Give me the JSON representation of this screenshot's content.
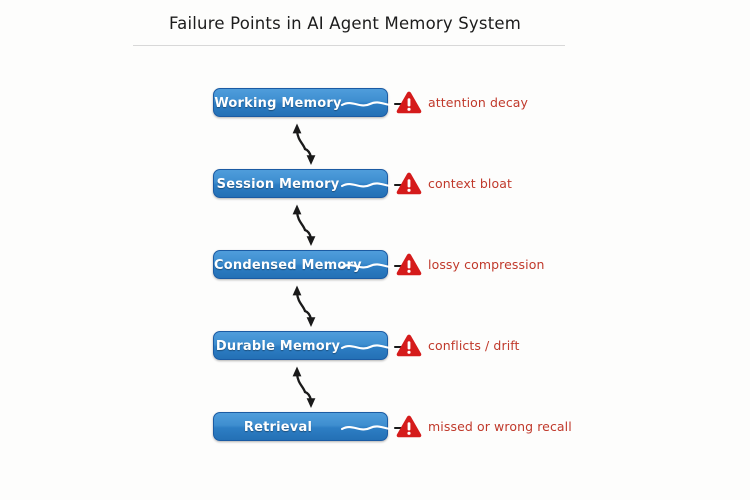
{
  "page": {
    "title": "Failure Points in AI Agent Memory System",
    "background_color": "#fdfdfc",
    "accent_color": "#2d7ec4",
    "warning_color": "#c0392b"
  },
  "diagram": {
    "type": "vertical-flow",
    "connector_style": "bidirectional-wavy-arrow",
    "nodes": [
      {
        "label": "Working Memory",
        "failure": "attention decay",
        "icon": "warning-triangle-icon"
      },
      {
        "label": "Session Memory",
        "failure": "context bloat",
        "icon": "warning-triangle-icon"
      },
      {
        "label": "Condensed Memory",
        "failure": "lossy compression",
        "icon": "warning-triangle-icon"
      },
      {
        "label": "Durable Memory",
        "failure": "conflicts / drift",
        "icon": "warning-triangle-icon"
      },
      {
        "label": "Retrieval",
        "failure": "missed or wrong recall",
        "icon": "warning-triangle-icon"
      }
    ]
  }
}
